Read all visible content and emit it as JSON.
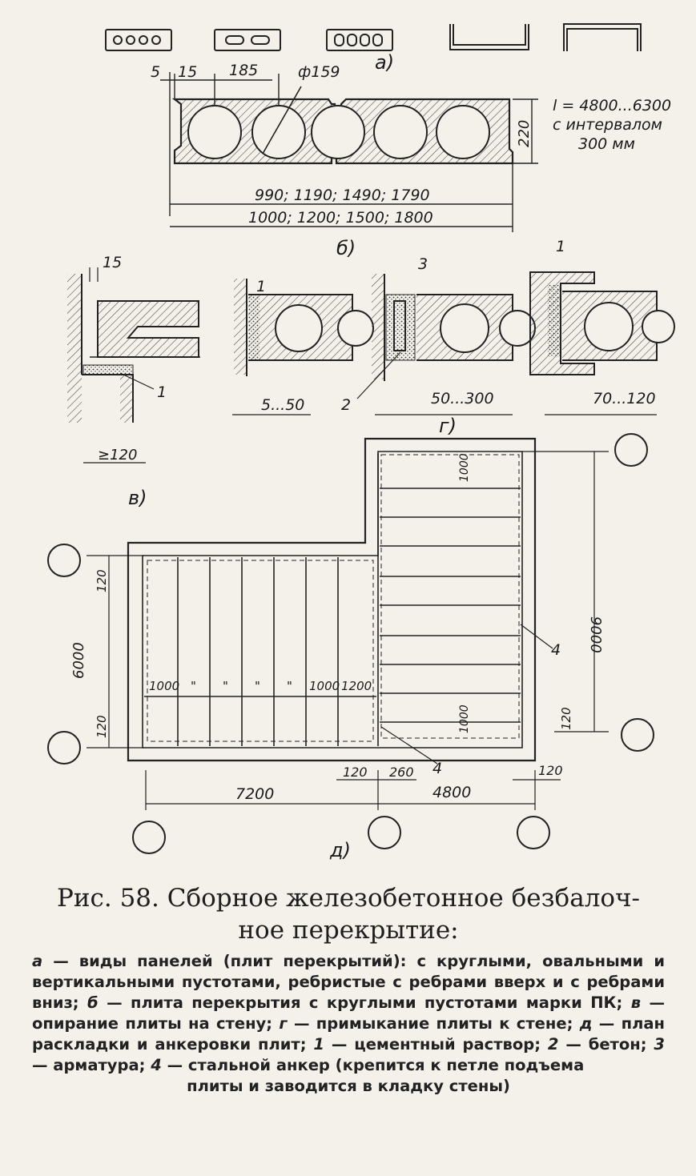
{
  "labels": {
    "a": "а)",
    "b": "б)",
    "v": "в)",
    "g": "г)",
    "d": "д)"
  },
  "slab_b": {
    "dims": {
      "d5": "5",
      "d15": "15",
      "d185": "185",
      "dia": "ф159",
      "height": "220"
    },
    "widths_work": "990; 1190; 1490; 1790",
    "widths_nominal": "1000; 1200; 1500; 1800",
    "length_note": [
      "l = 4800...6300",
      "с интервалом",
      "300 мм"
    ]
  },
  "details_v_g": {
    "v_gap": "15",
    "v_support": "≥120",
    "g1_range": "5...50",
    "g2_range": "50...300",
    "g3_range": "70...120",
    "callouts": [
      "1",
      "2",
      "3"
    ]
  },
  "plan_d": {
    "dim_6000": "6000",
    "dim_9000": "9000",
    "dim_7200": "7200",
    "dim_4800": "4800",
    "dim_120": "120",
    "dim_260": "260",
    "slab_1000": "1000",
    "slab_1200": "1200",
    "ditto": "\"",
    "anchor": "4"
  },
  "caption": {
    "title_line1": "Рис. 58. Сборное железобетонное безбалоч-",
    "title_line2": "ное перекрытие:",
    "l_a": "а",
    "t_a": " — виды панелей (плит перекрытий): с круглыми, овальными и вертикальными пустотами, ребристые с ребрами вверх и с ребрами вниз; ",
    "l_b": "б",
    "t_b": " — плита перекрытия с круглыми пустотами марки ПК; ",
    "l_v": "в",
    "t_v": " — опирание плиты на стену; ",
    "l_g": "г",
    "t_g": " — примыкание плиты к стене; ",
    "l_d": "д",
    "t_d": " — план раскладки и анкеровки плит; ",
    "l_1": "1",
    "t_1": " — цементный раствор; ",
    "l_2": "2",
    "t_2": " — бетон; ",
    "l_3": "3",
    "t_3": " — арматура; ",
    "l_4": "4",
    "t_4": " — стальной анкер (крепится к петле подъема",
    "t_last": "плиты и заводится в кладку стены)"
  }
}
